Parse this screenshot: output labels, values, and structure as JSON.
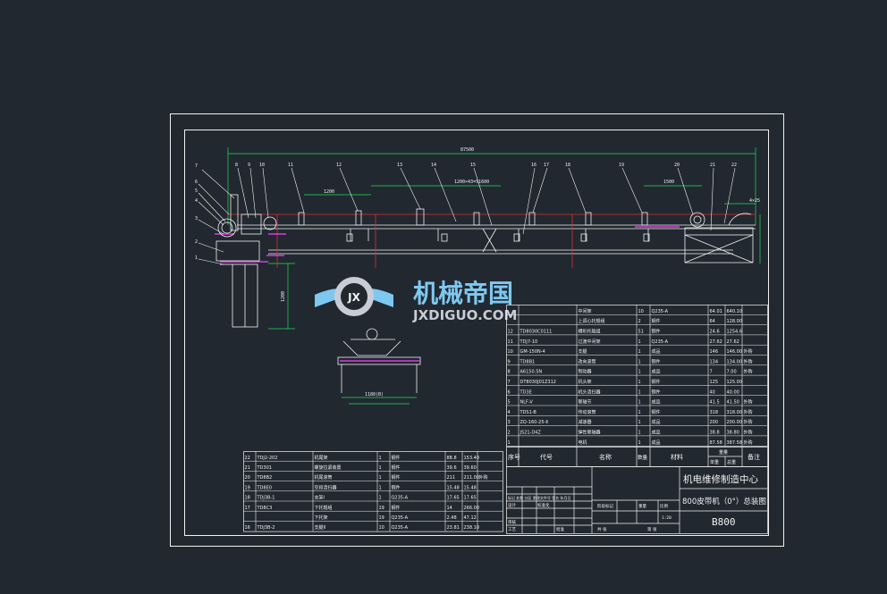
{
  "watermark": {
    "brand_cn": "机械帝国",
    "brand_url": "JXDIGUO.COM",
    "emblem": "JX"
  },
  "dimensions": {
    "total_length": "87500",
    "span_1": "1200",
    "span_2": "1200×43=51600",
    "span_3": "1500",
    "head_height": "1200",
    "belt_width": "1180(B)",
    "side_note": "4×25"
  },
  "balloons": [
    "1",
    "2",
    "3",
    "4",
    "5",
    "6",
    "7",
    "8",
    "9",
    "10",
    "11",
    "12",
    "13",
    "14",
    "15",
    "16",
    "17",
    "18",
    "19",
    "20",
    "21",
    "22"
  ],
  "bom_right": [
    {
      "no": "",
      "code": "",
      "name": "中间架",
      "qty": "10",
      "material": "Q235-A",
      "unit": "64.01",
      "total": "640.10",
      "note": ""
    },
    {
      "no": "",
      "code": "",
      "name": "上调心托辊组",
      "qty": "2",
      "material": "钢件",
      "unit": "64",
      "total": "128.00",
      "note": ""
    },
    {
      "no": "12",
      "code": "TD8030C0111",
      "name": "槽形托辊组",
      "qty": "51",
      "material": "钢件",
      "unit": "24.6",
      "total": "1254.6",
      "note": ""
    },
    {
      "no": "11",
      "code": "TDJ7-10",
      "name": "过渡中间架",
      "qty": "1",
      "material": "Q235-A",
      "unit": "27.62",
      "total": "27.62",
      "note": ""
    },
    {
      "no": "10",
      "code": "GM-150N-4",
      "name": "支腿",
      "qty": "1",
      "material": "成品",
      "unit": "146",
      "total": "146.00",
      "note": "外购"
    },
    {
      "no": "9",
      "code": "TD8B1",
      "name": "改向滚筒",
      "qty": "1",
      "material": "钢件",
      "unit": "134",
      "total": "134.00",
      "note": "外购"
    },
    {
      "no": "8",
      "code": "A6150.5N",
      "name": "制动器",
      "qty": "1",
      "material": "成品",
      "unit": "7",
      "total": "7.00",
      "note": "外购"
    },
    {
      "no": "7",
      "code": "DT8030J01Z312",
      "name": "机头架",
      "qty": "1",
      "material": "钢件",
      "unit": "125",
      "total": "125.00",
      "note": ""
    },
    {
      "no": "6",
      "code": "TD3E",
      "name": "机头清扫器",
      "qty": "1",
      "material": "钢件",
      "unit": "40",
      "total": "40.00",
      "note": ""
    },
    {
      "no": "5",
      "code": "NLF-V",
      "name": "联轴节",
      "qty": "1",
      "material": "成品",
      "unit": "41.5",
      "total": "41.50",
      "note": "外购"
    },
    {
      "no": "4",
      "code": "TDS1-B",
      "name": "传动滚筒",
      "qty": "1",
      "material": "钢件",
      "unit": "318",
      "total": "318.00",
      "note": "外购"
    },
    {
      "no": "3",
      "code": "ZQ-160-25-Ⅱ",
      "name": "减速器",
      "qty": "1",
      "material": "成品",
      "unit": "200",
      "total": "200.00",
      "note": "外购"
    },
    {
      "no": "2",
      "code": "JS21-D4Z",
      "name": "弹性联轴器",
      "qty": "1",
      "material": "成品",
      "unit": "38.8",
      "total": "38.80",
      "note": "外购"
    },
    {
      "no": "1",
      "code": "",
      "name": "电机",
      "qty": "1",
      "material": "成品",
      "unit": "87.58",
      "total": "387.58",
      "note": "外购"
    }
  ],
  "bom_left": [
    {
      "no": "22",
      "code": "TDJ2-202",
      "name": "机尾架",
      "qty": "1",
      "material": "钢件",
      "unit": "88.8",
      "total": "153.40",
      "note": ""
    },
    {
      "no": "21",
      "code": "TD301",
      "name": "螺旋拉紧装置",
      "qty": "1",
      "material": "钢件",
      "unit": "39.6",
      "total": "39.60",
      "note": ""
    },
    {
      "no": "20",
      "code": "TD8B2",
      "name": "机尾滚筒",
      "qty": "1",
      "material": "钢件",
      "unit": "211",
      "total": "211.00",
      "note": "外购"
    },
    {
      "no": "19",
      "code": "TD8E0",
      "name": "空段清扫器",
      "qty": "1",
      "material": "钢件",
      "unit": "15.48",
      "total": "15.48",
      "note": ""
    },
    {
      "no": "18",
      "code": "TDJ3B-1",
      "name": "支架Ⅰ",
      "qty": "1",
      "material": "Q235-A",
      "unit": "17.65",
      "total": "17.65",
      "note": ""
    },
    {
      "no": "17",
      "code": "TD8C3",
      "name": "下托辊组",
      "qty": "19",
      "material": "钢件",
      "unit": "14",
      "total": "266.00",
      "note": ""
    },
    {
      "no": "",
      "code": "",
      "name": "下托架",
      "qty": "19",
      "material": "Q235-A",
      "unit": "2.48",
      "total": "47.12",
      "note": ""
    },
    {
      "no": "16",
      "code": "TDJ3B-2",
      "name": "支腿Ⅱ",
      "qty": "10",
      "material": "Q235-A",
      "unit": "23.81",
      "total": "238.10",
      "note": ""
    }
  ],
  "bom_header": {
    "no": "序号",
    "code": "代号",
    "name": "名称",
    "qty": "数量",
    "material": "材料",
    "weight": "单重",
    "total": "总重",
    "weight_group": "重量",
    "note": "备注"
  },
  "title_block": {
    "company": "机电维修制造中心",
    "drawing_name": "800皮带机（0°）总装图",
    "drawing_no": "B800",
    "scale": "1:20",
    "sheet_note": "标记 处数 分区 更改文件号 签名 年月日",
    "design_label": "设计",
    "review_label": "审核",
    "standard_label": "标准化",
    "process_label": "工艺",
    "approve_label": "批准",
    "stage_label": "阶段标记",
    "weight_label": "重量",
    "ratio_label": "比例",
    "sheets_label": "共 张",
    "sheet_label": "第 张"
  },
  "colors": {
    "background": "#212830",
    "line_white": "#f2f2f2",
    "dim_green": "#22dd55",
    "frame_red": "#e03030",
    "highlight_magenta": "#ff40ff",
    "watermark_blue": "#7ec8f0",
    "watermark_gray": "#c8ccd4"
  }
}
